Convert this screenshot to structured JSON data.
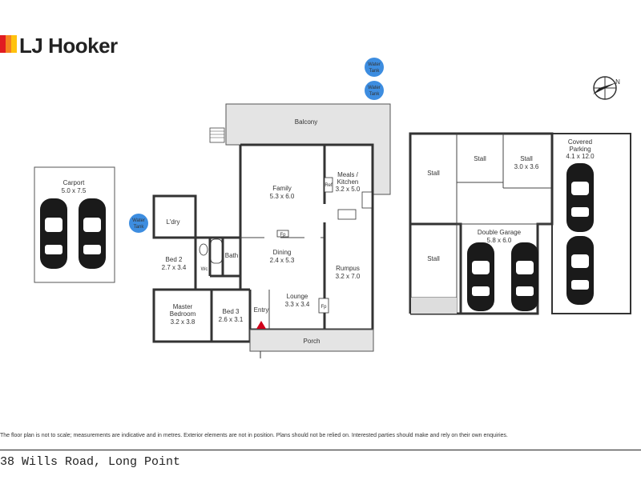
{
  "brand": {
    "name": "LJ Hooker",
    "colors": [
      "#e11b22",
      "#f58220",
      "#ffc20e"
    ]
  },
  "rooms": {
    "balcony": "Balcony",
    "family": {
      "name": "Family",
      "size": "5.3 x 6.0"
    },
    "meals": {
      "name": "Meals /",
      "name2": "Kitchen",
      "size": "3.2 x 5.0"
    },
    "laundry": "L'dry",
    "bed2": {
      "name": "Bed 2",
      "size": "2.7 x 3.4"
    },
    "wc": "Wc",
    "bath": "Bath",
    "dining": {
      "name": "Dining",
      "size": "2.4 x 5.3"
    },
    "rumpus": {
      "name": "Rumpus",
      "size": "3.2 x 7.0"
    },
    "master": {
      "name": "Master",
      "name2": "Bedroom",
      "size": "3.2 x 3.8"
    },
    "bed3": {
      "name": "Bed 3",
      "size": "2.6 x 3.1"
    },
    "entry": "Entry",
    "lounge": {
      "name": "Lounge",
      "size": "3.3 x 3.4"
    },
    "porch": "Porch",
    "carport": {
      "name": "Carport",
      "size": "5.0 x 7.5"
    },
    "stall1": "Stall",
    "stall2": "Stall",
    "stall3": {
      "name": "Stall",
      "size": "3.0 x 3.6"
    },
    "stall4": "Stall",
    "covered": {
      "name": "Covered",
      "name2": "Parking",
      "size": "4.1 x 12.0"
    },
    "garage": {
      "name": "Double Garage",
      "size": "5.8 x 6.0"
    }
  },
  "fixtures": {
    "water_tank": {
      "line1": "Water",
      "line2": "Tank"
    },
    "fireplace": "Fp",
    "ref": "Ref",
    "compass": "N"
  },
  "disclaimer": "The floor plan is not to scale; measurements are indicative and in metres. Exterior elements are not in position. Plans should not be relied on. Interested parties should make and rely on their own enquiries.",
  "address": "38 Wills Road, Long Point"
}
